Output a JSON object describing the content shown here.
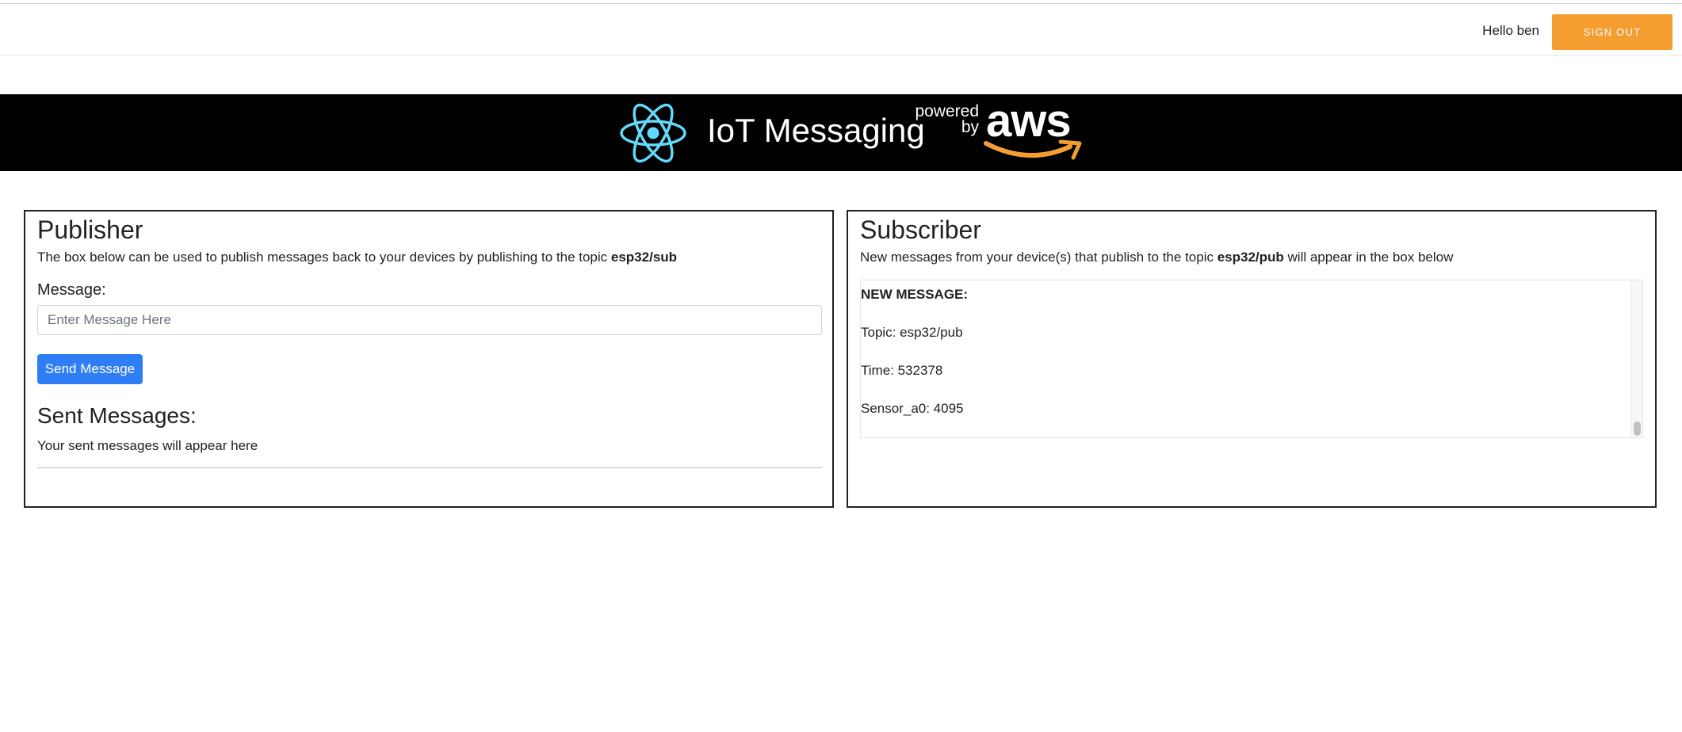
{
  "header": {
    "greeting": "Hello ben",
    "signout_label": "SIGN OUT",
    "signout_color": "#f49e32"
  },
  "banner": {
    "title": "IoT Messaging",
    "powered_line1": "powered",
    "powered_line2": "by",
    "brand": "aws",
    "brand_accent": "#f49e32",
    "react_color": "#61dafb"
  },
  "publisher": {
    "title": "Publisher",
    "desc_prefix": "The box below can be used to publish messages back to your devices by publishing to the topic ",
    "topic": "esp32/sub",
    "message_label": "Message:",
    "input_placeholder": "Enter Message Here",
    "input_value": "",
    "send_label": "Send Message",
    "sent_title": "Sent Messages:",
    "sent_empty": "Your sent messages will appear here"
  },
  "subscriber": {
    "title": "Subscriber",
    "desc_prefix": "New messages from your device(s) that publish to the topic ",
    "topic": "esp32/pub",
    "desc_suffix": " will appear in the box below",
    "message": {
      "header": "NEW MESSAGE:",
      "topic_line": "Topic: esp32/pub",
      "time_line": "Time: 532378",
      "sensor_line": "Sensor_a0: 4095"
    }
  }
}
